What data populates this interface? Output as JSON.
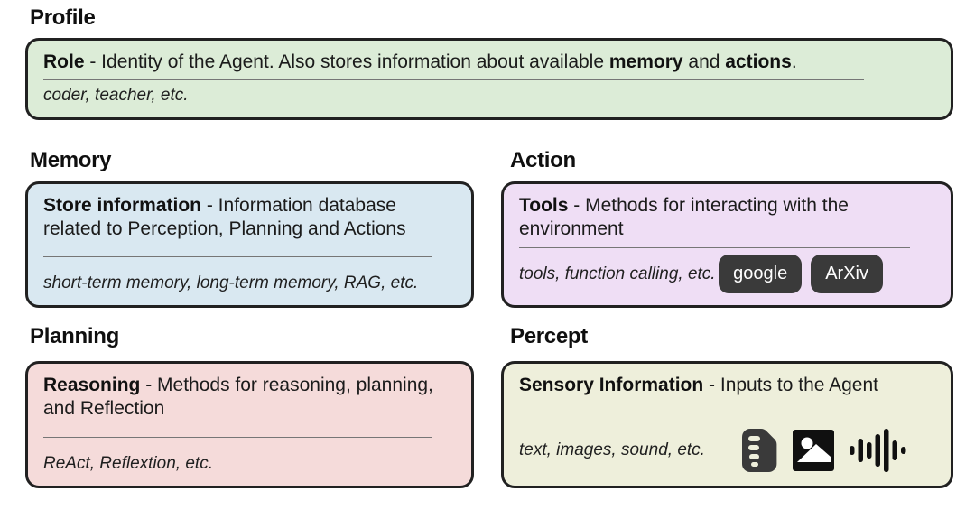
{
  "colors": {
    "page-bg": "#ffffff",
    "text": "#1b1b1b",
    "card-border": "#212121",
    "divider": "#767676",
    "profile-bg": "#dcecd7",
    "memory-bg": "#d9e8f1",
    "action-bg": "#efdef5",
    "planning-bg": "#f5dbda",
    "percept-bg": "#eeefdb",
    "chip-bg": "#3a3a3a",
    "chip-text": "#ffffff",
    "icon-dark": "#3a3a3a",
    "icon-black": "#101010"
  },
  "sections": {
    "profile": {
      "title": "Profile",
      "term": "Role",
      "desc_1": " - Identity of the Agent. Also stores information about available ",
      "bold_1": "memory",
      "desc_2": " and ",
      "bold_2": "actions",
      "desc_3": ".",
      "example": "coder, teacher, etc."
    },
    "memory": {
      "title": "Memory",
      "term": "Store information",
      "desc": " - Information database related to Perception, Planning and Actions",
      "example": "short-term memory, long-term memory, RAG, etc."
    },
    "action": {
      "title": "Action",
      "term": "Tools",
      "desc": " - Methods for interacting with the environment",
      "example": "tools, function calling, etc.",
      "tools": [
        {
          "label": "google"
        },
        {
          "label": "ArXiv"
        }
      ]
    },
    "planning": {
      "title": "Planning",
      "term": "Reasoning",
      "desc": " - Methods for reasoning, planning, and Reflection",
      "example": "ReAct, Reflextion, etc."
    },
    "percept": {
      "title": "Percept",
      "term": "Sensory Information",
      "desc": " - Inputs to the Agent",
      "example": "text, images, sound, etc.",
      "icons": [
        "document-icon",
        "image-icon",
        "audio-waveform-icon"
      ]
    }
  }
}
